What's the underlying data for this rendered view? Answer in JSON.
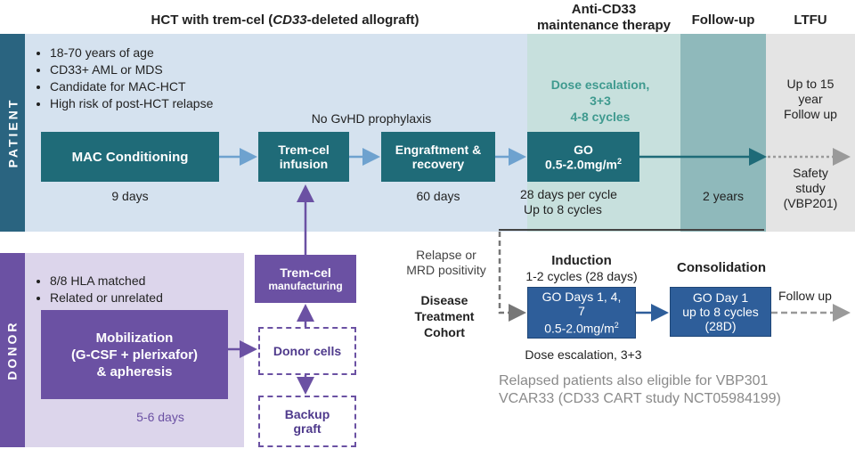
{
  "headers": {
    "hct": "HCT with trem-cel (CD33-deleted allograft)",
    "hct_pre": "HCT with trem-cel (",
    "hct_em": "CD33",
    "hct_post": "-deleted allograft)",
    "maint_line1": "Anti-CD33",
    "maint_line2": "maintenance therapy",
    "followup": "Follow-up",
    "ltfu": "LTFU"
  },
  "side_labels": {
    "patient": "PATIENT",
    "donor": "DONOR"
  },
  "patient": {
    "criteria": [
      "18-70 years of age",
      "CD33+ AML or MDS",
      "Candidate for MAC-HCT",
      "High risk of post-HCT relapse"
    ],
    "no_gvhd": "No GvHD prophylaxis",
    "mac": {
      "label": "MAC Conditioning",
      "duration": "9 days"
    },
    "tremcel_infusion": {
      "line1": "Trem-cel",
      "line2": "infusion"
    },
    "engraftment": {
      "line1": "Engraftment &",
      "line2": "recovery",
      "duration": "60 days"
    },
    "dose_escalation": {
      "line1": "Dose escalation,",
      "line2": "3+3",
      "line3": "4-8 cycles"
    },
    "go": {
      "line1": "GO",
      "line2": "0.5-2.0mg/m",
      "sup": "2"
    },
    "cycles": {
      "line1": "28 days per cycle",
      "line2": "Up to 8 cycles"
    },
    "followup_duration": "2 years",
    "ltfu": {
      "line1": "Up to 15",
      "line2": "year",
      "line3": "Follow up"
    },
    "safety": {
      "line1": "Safety",
      "line2": "study",
      "line3": "(VBP201)"
    }
  },
  "donor": {
    "criteria": [
      "8/8 HLA matched",
      "Related or unrelated"
    ],
    "mobilization": {
      "line1": "Mobilization",
      "line2": "(G-CSF + plerixafor)",
      "line3": "& apheresis"
    },
    "duration": "5-6 days",
    "tremcel_manufacturing": {
      "line1": "Trem-cel",
      "line2": "manufacturing"
    },
    "donor_cells": "Donor cells",
    "backup": {
      "line1": "Backup",
      "line2": "graft"
    }
  },
  "disease_cohort": {
    "trigger": {
      "line1": "Relapse or",
      "line2": "MRD positivity"
    },
    "title": {
      "line1": "Disease",
      "line2": "Treatment",
      "line3": "Cohort"
    },
    "induction": {
      "title": "Induction",
      "cycles": "1-2 cycles (28 days)",
      "line1": "GO Days 1, 4,",
      "line2": "7",
      "line3": "0.5-2.0mg/m",
      "sup": "2",
      "note": "Dose escalation, 3+3"
    },
    "consolidation": {
      "title": "Consolidation",
      "line1": "GO  Day 1",
      "line2": "up to 8 cycles",
      "line3": "(28D)"
    },
    "followup": "Follow up"
  },
  "footnote": {
    "line1": "Relapsed patients also eligible for VBP301",
    "line2": "VCAR33 (CD33 CART study NCT05984199)"
  },
  "colors": {
    "patient_band": "#d5e2ef",
    "maint_band": "#c7e0dd",
    "followup_band": "#8fb9bb",
    "ltfu_band": "#e4e4e4",
    "teal_box": "#1f6b78",
    "donor_band": "#dcd5eb",
    "purple": "#6b51a3",
    "side_patient": "#2a6480",
    "blue_box": "#2e5e9a"
  }
}
